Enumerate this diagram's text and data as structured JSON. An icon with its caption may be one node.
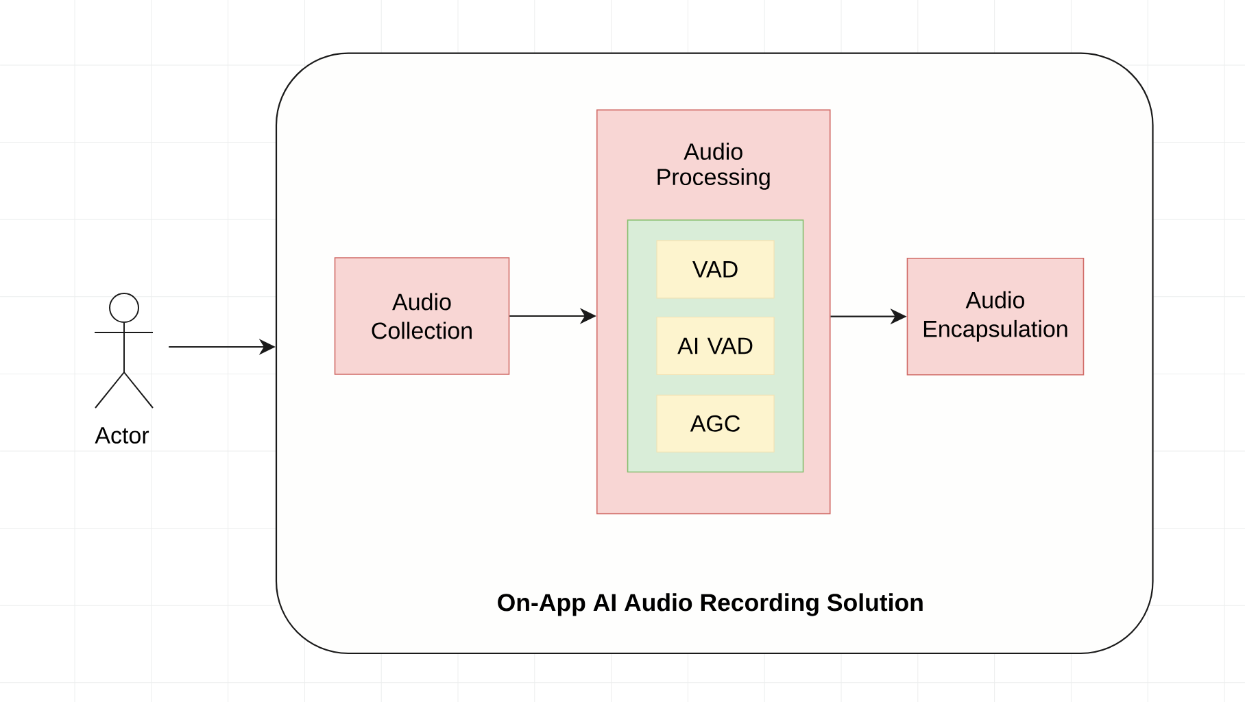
{
  "diagram": {
    "nodes": [
      {
        "text": [
          "Actor"
        ]
      },
      {
        "text": [
          "On-App AI Audio Recording Solution"
        ]
      },
      {
        "text": [
          "Audio Collection"
        ],
        "in": 1
      },
      {
        "text": [
          "Audio Processing"
        ],
        "in": 1
      },
      {
        "text": [],
        "shape": "box",
        "in": 3
      },
      {
        "text": [
          "VAD"
        ],
        "in": 4
      },
      {
        "text": [
          "AI VAD"
        ],
        "in": 4
      },
      {
        "text": [
          "AGC"
        ],
        "in": 4
      },
      {
        "text": [
          "Audio Encapsulation"
        ],
        "in": 1
      }
    ],
    "edges": [
      {
        "from": 0,
        "to": 1,
        "arrow": "to"
      },
      {
        "from": 2,
        "to": 3,
        "arrow": "to"
      },
      {
        "from": 3,
        "to": 8,
        "arrow": "to"
      }
    ]
  }
}
